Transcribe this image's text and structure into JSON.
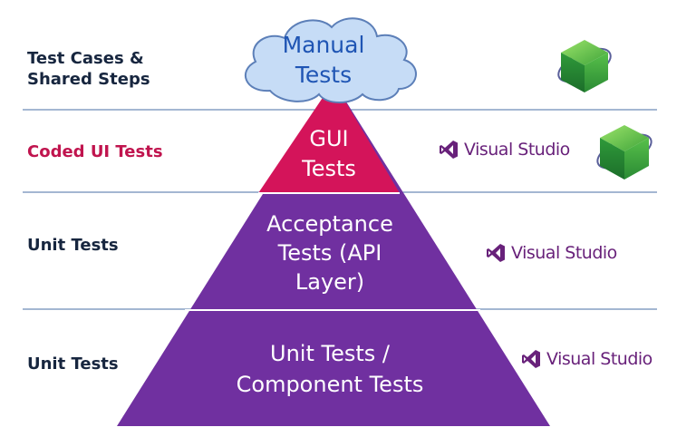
{
  "rows": [
    {
      "label": "Test Cases &\nShared Steps",
      "accent": false
    },
    {
      "label": "Coded UI Tests",
      "accent": true
    },
    {
      "label": "Unit Tests",
      "accent": false
    },
    {
      "label": "Unit Tests",
      "accent": false
    }
  ],
  "pyramid": {
    "cloud_line1": "Manual",
    "cloud_line2": "Tests",
    "gui_line1": "GUI",
    "gui_line2": "Tests",
    "acceptance_line1": "Acceptance",
    "acceptance_line2": "Tests (API",
    "acceptance_line3": "Layer)",
    "unit_line1": "Unit Tests /",
    "unit_line2": "Component Tests"
  },
  "logos": {
    "visual_studio_text": "Visual Studio",
    "cube_icon": "green-cube-icon",
    "vs_icon": "visual-studio-icon"
  },
  "colors": {
    "cloud_fill": "#c6dcf6",
    "cloud_text": "#1f55b4",
    "gui_fill": "#d4145a",
    "pyramid_fill": "#7030a0",
    "label_dark": "#17263f",
    "label_accent": "#c0144e",
    "separator": "#4a6fa5",
    "vs_purple": "#68217a"
  }
}
